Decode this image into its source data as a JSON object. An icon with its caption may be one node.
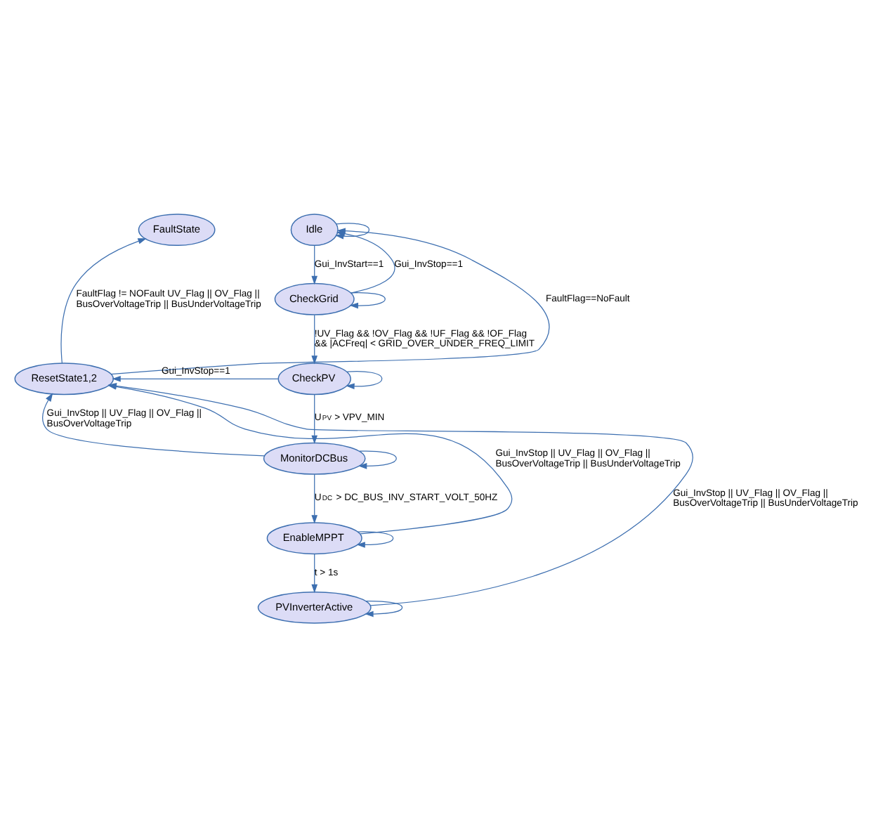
{
  "diagram": {
    "nodes": [
      {
        "text": [
          "FaultState"
        ]
      },
      {
        "text": [
          "Idle"
        ]
      },
      {
        "text": [
          "CheckGrid"
        ]
      },
      {
        "text": [
          "ResetState1,2"
        ]
      },
      {
        "text": [
          "CheckPV"
        ]
      },
      {
        "text": [
          "MonitorDCBus"
        ]
      },
      {
        "text": [
          "EnableMPPT"
        ]
      },
      {
        "text": [
          "PVInverterActive"
        ]
      }
    ],
    "edges": [
      {
        "from": 3,
        "to": 1,
        "arrow": "to",
        "label": "FaultFlag==NoFault"
      },
      {
        "from": 1,
        "to": 1,
        "arrow": "to"
      },
      {
        "from": 2,
        "to": 1,
        "arrow": "to",
        "label": "Gui_InvStop==1"
      },
      {
        "from": 1,
        "to": 2,
        "arrow": "to",
        "label": "Gui_InvStart==1"
      },
      {
        "from": 2,
        "to": 2,
        "arrow": "to"
      },
      {
        "from": 3,
        "to": 0,
        "arrow": "to",
        "label": "FaultFlag != NOFault UV_Flag || OV_Flag || BusOverVoltageTrip || BusUnderVoltageTrip"
      },
      {
        "from": 2,
        "to": 4,
        "arrow": "to",
        "label": "!UV_Flag && !OV_Flag && !UF_Flag && !OF_Flag && |ACFreq| < GRID_OVER_UNDER_FREQ_LIMIT"
      },
      {
        "from": 4,
        "to": 4,
        "arrow": "to"
      },
      {
        "from": 4,
        "to": 3,
        "arrow": "to",
        "label": "Gui_InvStop==1"
      },
      {
        "from": 4,
        "to": 5,
        "arrow": "to",
        "label": "U$_{PV}$ > VPV_MIN"
      },
      {
        "from": 5,
        "to": 5,
        "arrow": "to"
      },
      {
        "from": 5,
        "to": 3,
        "arrow": "to",
        "label": "Gui_InvStop || UV_Flag || OV_Flag || BusOverVoltageTrip"
      },
      {
        "from": 5,
        "to": 6,
        "arrow": "to",
        "label": "U$_{DC}$ > DC_BUS_INV_START_VOLT_50HZ"
      },
      {
        "from": 6,
        "to": 6,
        "arrow": "to"
      },
      {
        "from": 6,
        "to": 3,
        "arrow": "to",
        "label": "Gui_InvStop || UV_Flag || OV_Flag || BusOverVoltageTrip || BusUnderVoltageTrip"
      },
      {
        "from": 6,
        "to": 7,
        "arrow": "to",
        "label": "t > 1s"
      },
      {
        "from": 7,
        "to": 7,
        "arrow": "to"
      },
      {
        "from": 7,
        "to": 3,
        "arrow": "to",
        "label": "Gui_InvStop || UV_Flag || OV_Flag || BusOverVoltageTrip || BusUnderVoltageTrip"
      }
    ]
  }
}
